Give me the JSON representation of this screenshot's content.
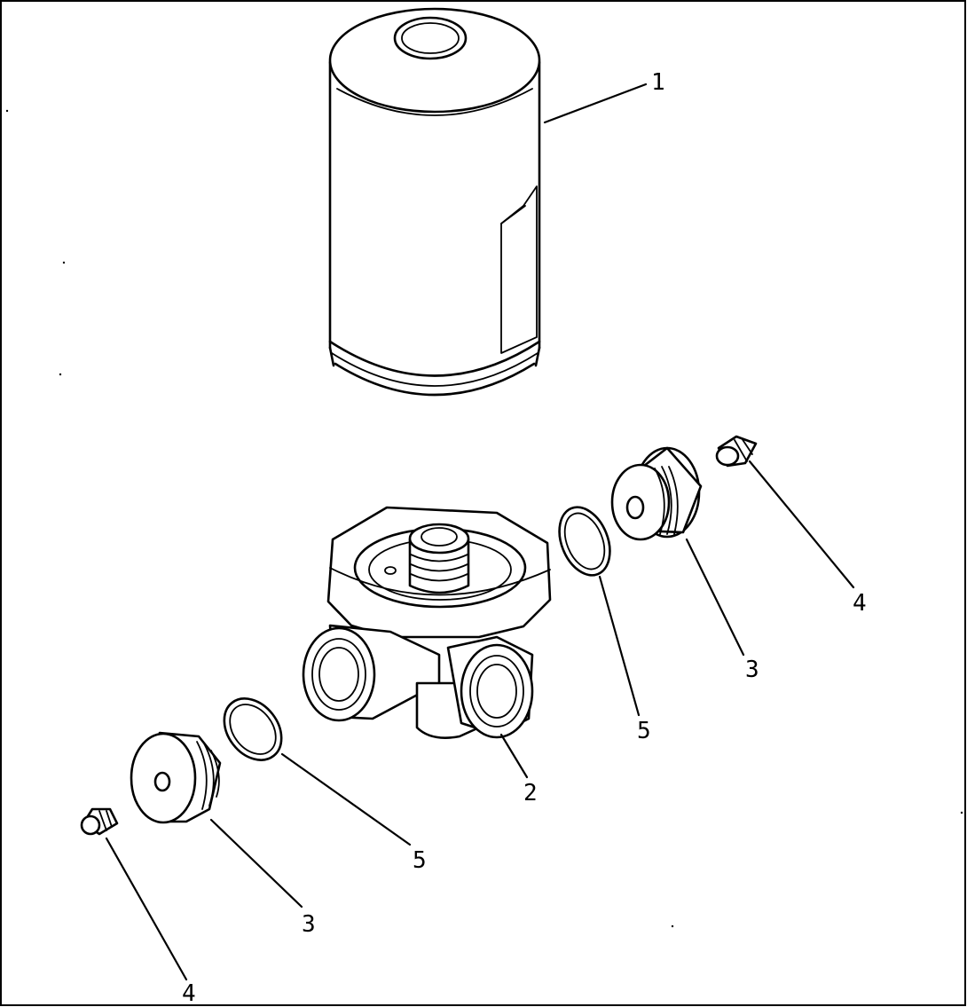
{
  "callouts": {
    "filter_cartridge": "1",
    "filter_head": "2",
    "plug_right": "3",
    "plug_left": "3",
    "connector_right": "4",
    "connector_left": "4",
    "seal_ring_right": "5",
    "seal_ring_left": "5"
  }
}
